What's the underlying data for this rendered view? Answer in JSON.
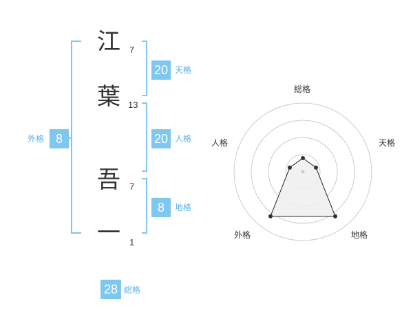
{
  "name_chars": [
    {
      "char": "江",
      "strokes": "7"
    },
    {
      "char": "葉",
      "strokes": "13"
    },
    {
      "char": "吾",
      "strokes": "7"
    },
    {
      "char": "一",
      "strokes": "1"
    }
  ],
  "fortune": {
    "tenkaku": {
      "value": "20",
      "label": "天格"
    },
    "jinkaku": {
      "value": "20",
      "label": "人格"
    },
    "chikaku": {
      "value": "8",
      "label": "地格"
    },
    "gaikaku": {
      "value": "8",
      "label": "外格"
    },
    "soukaku": {
      "value": "28",
      "label": "総格"
    }
  },
  "colors": {
    "accent": "#7dc7f1",
    "bracket": "#7dc7f1",
    "label": "#5ab2e6",
    "radar_fill": "#eeeeee",
    "radar_grid": "#cccccc"
  },
  "chart_data": {
    "type": "radar",
    "axes": [
      "総格",
      "天格",
      "地格",
      "外格",
      "人格"
    ],
    "values": [
      1,
      1,
      4,
      4,
      1
    ],
    "max": 5,
    "rings": 4
  }
}
